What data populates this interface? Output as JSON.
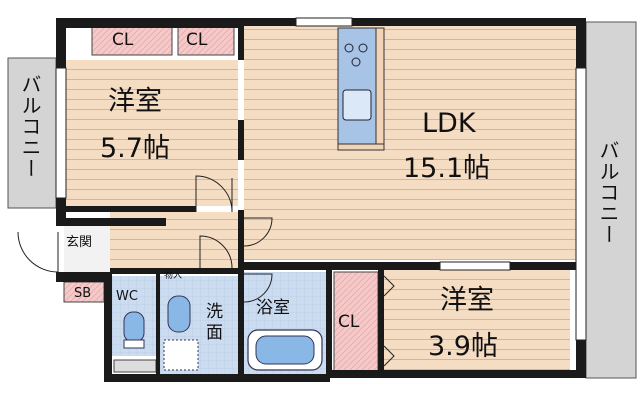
{
  "colors": {
    "wall": "#1a1a1a",
    "wood_floor": "#f5ddc4",
    "wood_line": "#d7b594",
    "closet_fill": "#f6c9c9",
    "tile_floor": "#cbdcf0",
    "balcony_fill": "#d4d4d4",
    "kitchen_fill": "#a7c4e6",
    "fixture_blue": "#8ab8e6"
  },
  "rooms": {
    "western_room_1": {
      "name": "洋室",
      "size": "5.7帖"
    },
    "ldk": {
      "name": "LDK",
      "size": "15.1帖"
    },
    "western_room_2": {
      "name": "洋室",
      "size": "3.9帖"
    },
    "entrance": {
      "name": "玄関"
    },
    "bathroom": {
      "name": "浴室"
    },
    "washroom": {
      "name": "洗\n面"
    },
    "toilet": {
      "name": "WC"
    },
    "shoe_box": {
      "name": "SB"
    },
    "storage": {
      "name": "物入"
    }
  },
  "closets": {
    "cl_top_left": "CL",
    "cl_top_right": "CL",
    "cl_right": "CL"
  },
  "balconies": {
    "left": "バルコニー",
    "right": "バルコニー"
  }
}
